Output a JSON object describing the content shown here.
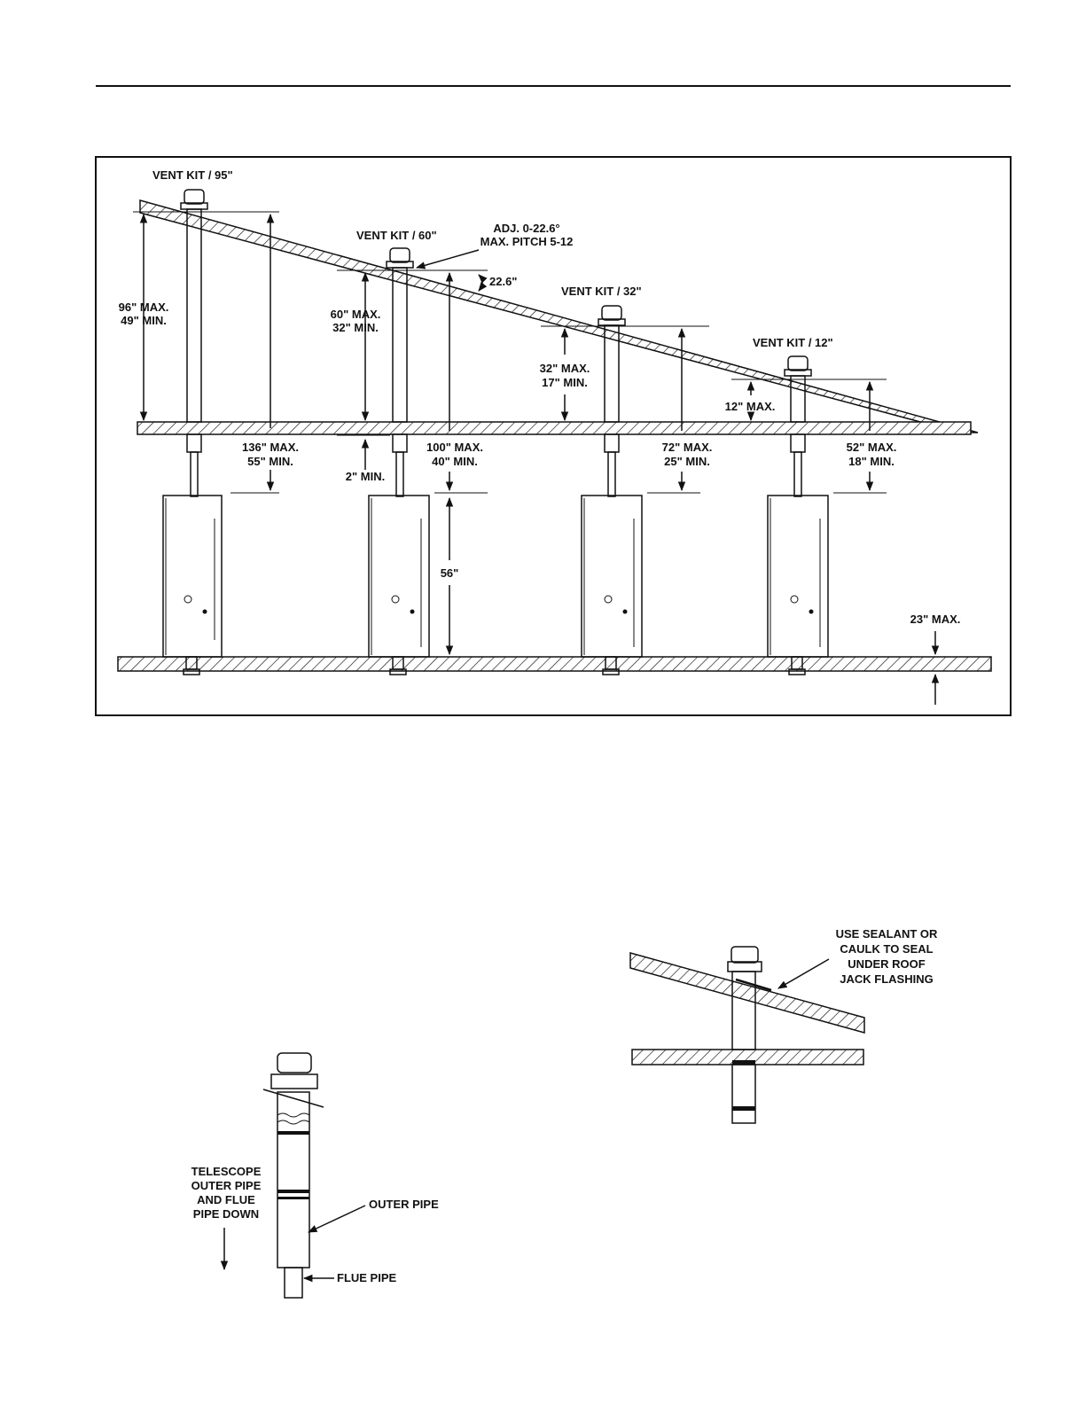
{
  "main_diagram": {
    "vent_kit_labels": [
      "VENT KIT / 95\"",
      "VENT KIT / 60\"",
      "VENT KIT / 32\"",
      "VENT KIT / 12\""
    ],
    "adjust_note": [
      "ADJ. 0-22.6°",
      "MAX. PITCH 5-12"
    ],
    "angle_label": "22.6\"",
    "roof_height_ranges": [
      [
        "96\" MAX.",
        "49\" MIN."
      ],
      [
        "60\" MAX.",
        "32\" MIN."
      ],
      [
        "32\" MAX.",
        "17\" MIN."
      ],
      [
        "12\" MAX."
      ]
    ],
    "total_height_ranges": [
      [
        "136\" MAX.",
        "55\" MIN."
      ],
      [
        "100\" MAX.",
        "40\" MIN."
      ],
      [
        "72\" MAX.",
        "25\" MIN."
      ],
      [
        "52\" MAX.",
        "18\" MIN."
      ]
    ],
    "two_min_label": "2\" MIN.",
    "heater_height_label": "56\"",
    "floor_label": "23\" MAX."
  },
  "telescope_diagram": {
    "instruction": [
      "TELESCOPE",
      "OUTER PIPE",
      "AND FLUE",
      "PIPE DOWN"
    ],
    "outer_pipe_label": "OUTER PIPE",
    "flue_pipe_label": "FLUE PIPE"
  },
  "sealant_diagram": {
    "note": [
      "USE SEALANT OR",
      "CAULK TO SEAL",
      "UNDER ROOF",
      "JACK FLASHING"
    ]
  }
}
